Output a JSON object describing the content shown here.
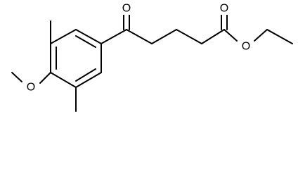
{
  "molecule": {
    "atoms": {
      "ketone_oxygen": "O",
      "ester_carbonyl_oxygen": "O",
      "ester_ether_oxygen": "O",
      "methoxy_oxygen": "O"
    },
    "colors": {
      "bond": "#000000",
      "background": "#ffffff"
    }
  }
}
